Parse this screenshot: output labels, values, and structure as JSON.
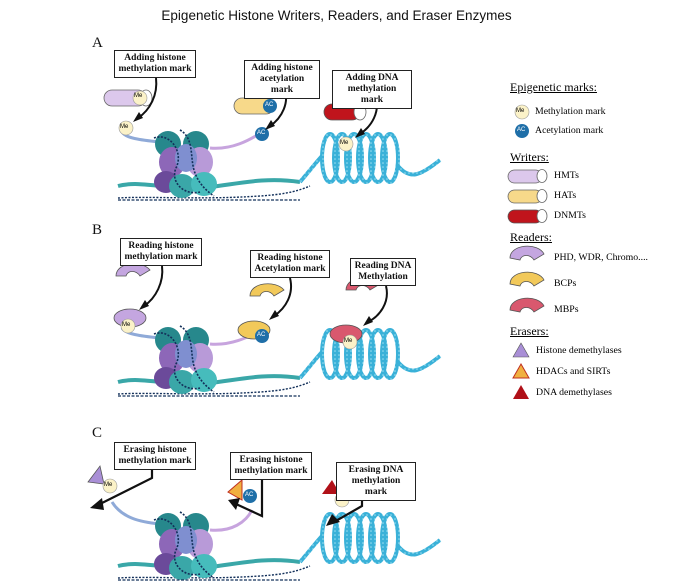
{
  "title": "Epigenetic Histone Writers, Readers, and Eraser Enzymes",
  "panels": {
    "a": {
      "letter": "A",
      "callouts": [
        "Adding histone methylation mark",
        "Adding histone acetylation mark",
        "Adding DNA methylation mark"
      ]
    },
    "b": {
      "letter": "B",
      "callouts": [
        "Reading histone methylation mark",
        "Reading histone Acetylation mark",
        "Reading DNA Methylation"
      ]
    },
    "c": {
      "letter": "C",
      "callouts": [
        "Erasing histone methylation mark",
        "Erasing histone methylation mark",
        "Erasing DNA methylation mark"
      ]
    }
  },
  "marks": {
    "me": "Me",
    "ac": "AC"
  },
  "legend": {
    "marks_head": "Epigenetic marks:",
    "methylation": "Methylation mark",
    "acetylation": "Acetylation mark",
    "writers_head": "Writers:",
    "hmts": "HMTs",
    "hats": "HATs",
    "dnmts": "DNMTs",
    "readers_head": "Readers:",
    "reader1": "PHD, WDR, Chromo....",
    "reader2": "BCPs",
    "reader3": "MBPs",
    "erasers_head": "Erasers:",
    "eraser1": "Histone demethylases",
    "eraser2": "HDACs and SIRTs",
    "eraser3": "DNA demethylases"
  },
  "colors": {
    "hmt": "#dcc8ec",
    "hat": "#f7d98a",
    "dnmt": "#c0141c",
    "reader_purple": "#c4a6e0",
    "reader_yellow": "#f2c95a",
    "reader_pink": "#d9586e",
    "eraser_purple": "#a98fd6",
    "eraser_orange": "#f0b040",
    "eraser_red": "#b01018",
    "histone_teal": "#3aa7a8",
    "histone_purple": "#8d67b8",
    "dna": "#3ab1d8",
    "ac_mark": "#1f6fa8",
    "me_mark": "#fbf2c8"
  }
}
